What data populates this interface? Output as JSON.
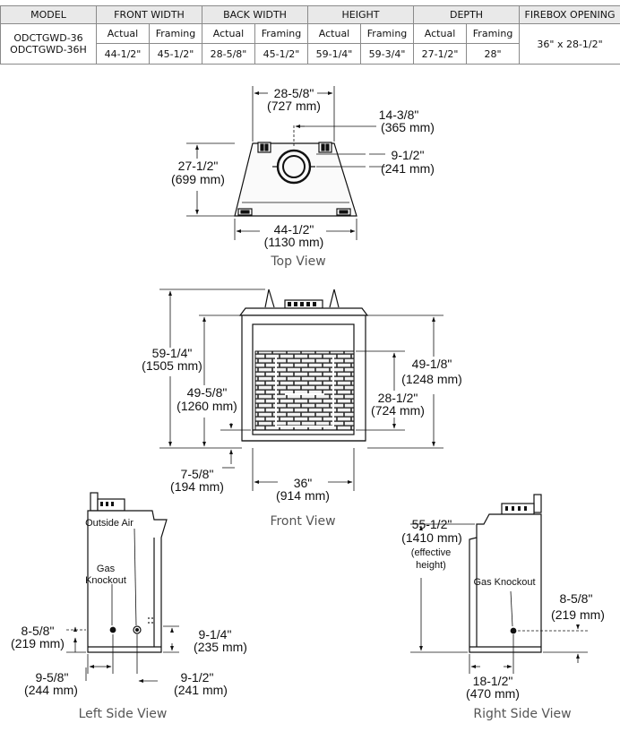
{
  "table": {
    "headers": [
      "MODEL",
      "FRONT WIDTH",
      "BACK WIDTH",
      "HEIGHT",
      "DEPTH",
      "FIREBOX OPENING"
    ],
    "subheaders": [
      "Actual",
      "Framing",
      "Actual",
      "Framing",
      "Actual",
      "Framing",
      "Actual",
      "Framing"
    ],
    "model_line1": "ODCTGWD-36",
    "model_line2": "ODCTGWD-36H",
    "values": [
      "44-1/2\"",
      "45-1/2\"",
      "28-5/8\"",
      "45-1/2\"",
      "59-1/4\"",
      "59-3/4\"",
      "27-1/2\"",
      "28\""
    ],
    "firebox_opening": "36\" x 28-1/2\""
  },
  "top_view": {
    "caption": "Top View",
    "back_width": [
      "28-5/8\"",
      "(727 mm)"
    ],
    "vent_offset": [
      "14-3/8\"",
      "(365 mm)"
    ],
    "vent_depth": [
      "9-1/2\"",
      "(241 mm)"
    ],
    "depth": [
      "27-1/2\"",
      "(699 mm)"
    ],
    "front_width": [
      "44-1/2\"",
      "(1130 mm)"
    ]
  },
  "front_view": {
    "caption": "Front View",
    "overall_height": [
      "59-1/4\"",
      "(1505 mm)"
    ],
    "framing_height": [
      "49-5/8\"",
      "(1260 mm)"
    ],
    "upper_height": [
      "49-1/8\"",
      "(1248 mm)"
    ],
    "opening_height": [
      "28-1/2\"",
      "(724 mm)"
    ],
    "base_height": [
      "7-5/8\"",
      "(194 mm)"
    ],
    "opening_width": [
      "36\"",
      "(914 mm)"
    ]
  },
  "left_view": {
    "caption": "Left Side View",
    "outside_air": "Outside Air",
    "gas_knockout": [
      "Gas",
      "Knockout"
    ],
    "gas_height": [
      "8-5/8\"",
      "(219 mm)"
    ],
    "air_height": [
      "9-1/4\"",
      "(235 mm)"
    ],
    "gas_depth": [
      "9-5/8\"",
      "(244 mm)"
    ],
    "air_depth": [
      "9-1/2\"",
      "(241 mm)"
    ]
  },
  "right_view": {
    "caption": "Right Side View",
    "effective_height": [
      "55-1/2\"",
      "(1410 mm)",
      "(effective",
      "height)"
    ],
    "gas_knockout": "Gas Knockout",
    "gas_height": [
      "8-5/8\"",
      "(219 mm)"
    ],
    "gas_depth": [
      "18-1/2\"",
      "(470 mm)"
    ]
  }
}
